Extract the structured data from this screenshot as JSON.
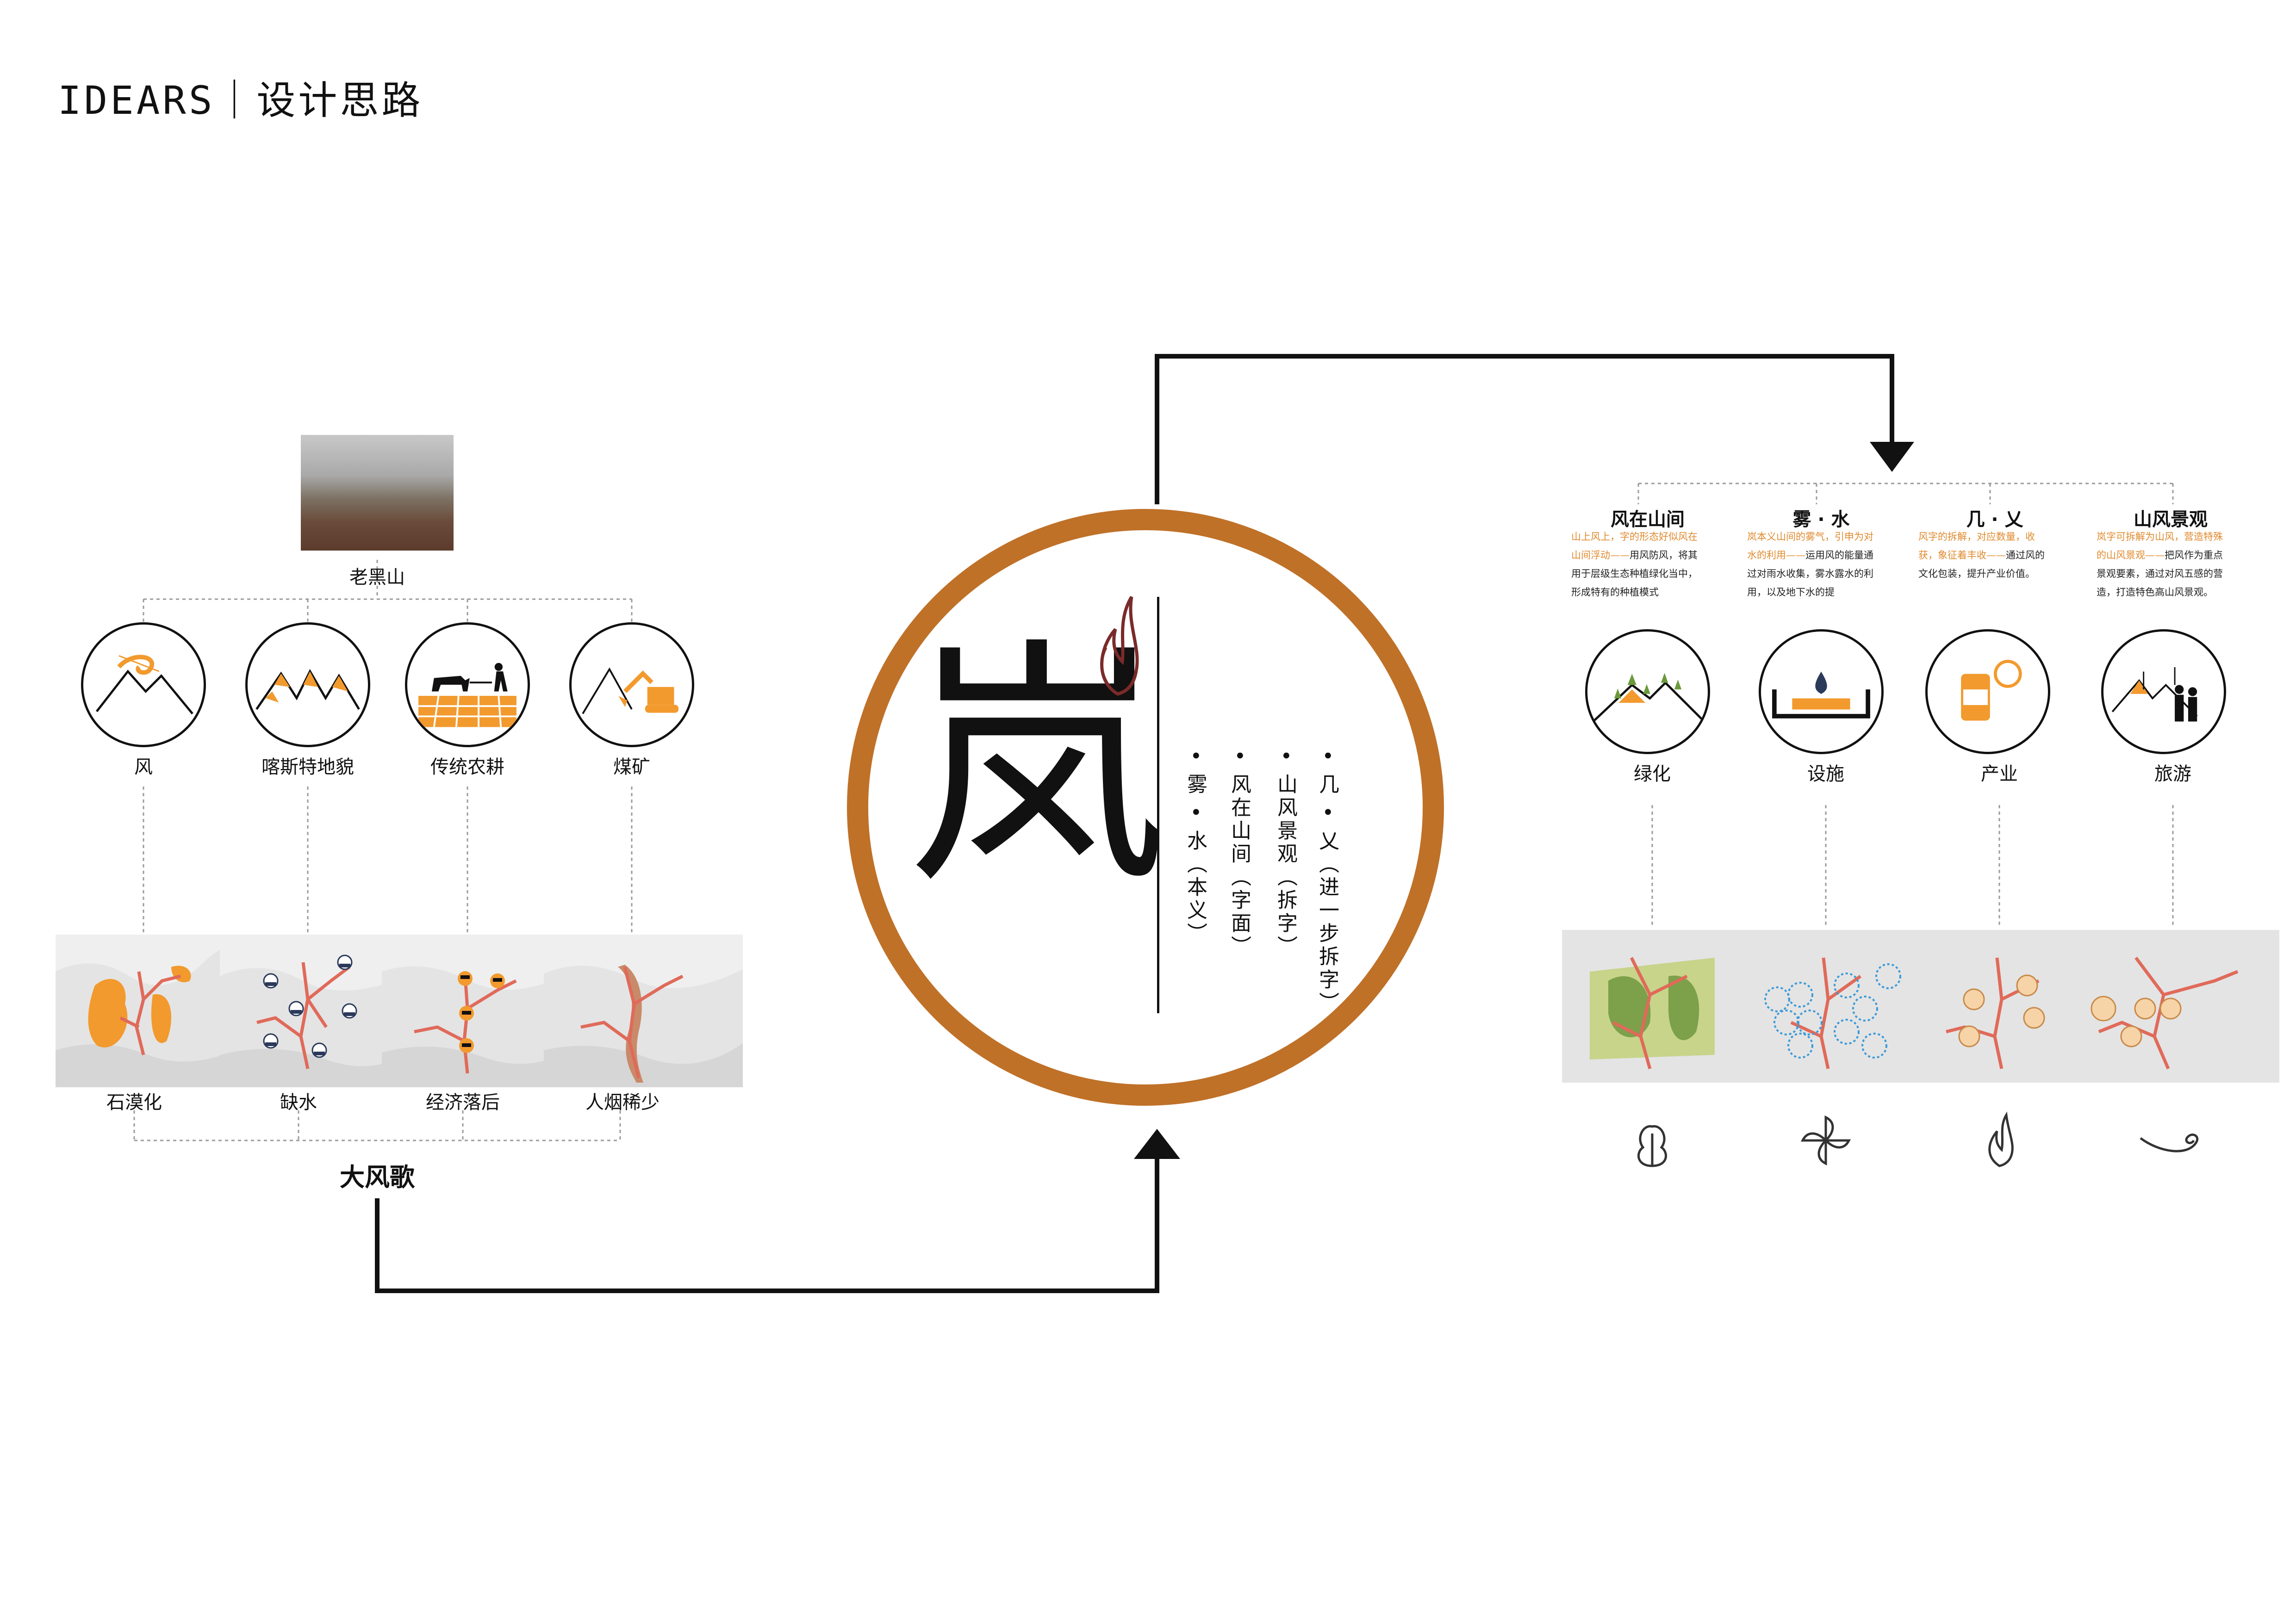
{
  "header": {
    "title": "IDEARS｜设计思路"
  },
  "colors": {
    "accent": "#bf7128",
    "orange": "#f29a2e",
    "road": "#e06a5a",
    "dark": "#111111"
  },
  "left": {
    "root_label": "老黑山",
    "icons": [
      {
        "label": "风",
        "icon": "wind-mountain-icon"
      },
      {
        "label": "喀斯特地貌",
        "icon": "karst-mountain-icon"
      },
      {
        "label": "传统农耕",
        "icon": "farming-icon"
      },
      {
        "label": "煤矿",
        "icon": "excavator-icon"
      }
    ],
    "maps": [
      {
        "label": "石漠化"
      },
      {
        "label": "缺水"
      },
      {
        "label": "经济落后"
      },
      {
        "label": "人烟稀少"
      }
    ],
    "summary": "大风歌"
  },
  "center": {
    "character": "岚",
    "columns": [
      "• 几 • 乂（进一步拆字）",
      "• 山风景观（拆字）",
      "• 风在山间（字面）",
      "• 雾 • 水（本义）"
    ]
  },
  "right": {
    "concepts": [
      {
        "heading": "风在山间",
        "desc_orange": "山上风上，字的形态好似风在山间浮动——",
        "desc_dark": "用风防风，将其用于层级生态种植绿化当中，形成特有的种植模式"
      },
      {
        "heading": "雾 · 水",
        "desc_orange": "岚本义山间的雾气，引申为对水的利用——",
        "desc_dark": "运用风的能量通过对雨水收集，雾水露水的利用，以及地下水的提"
      },
      {
        "heading": "几 · 乂",
        "desc_orange": "风字的拆解，对应数量，收获，象征着丰收——",
        "desc_dark": "通过风的文化包装，提升产业价值。"
      },
      {
        "heading": "山风景观",
        "desc_orange": "岚字可拆解为山风，营造特殊的山风景观——",
        "desc_dark": "把风作为重点景观要素，通过对风五感的营造，打造特色高山风景观。"
      }
    ],
    "icons": [
      {
        "label": "绿化",
        "icon": "greening-mountain-icon"
      },
      {
        "label": "设施",
        "icon": "water-facility-icon"
      },
      {
        "label": "产业",
        "icon": "product-can-icon"
      },
      {
        "label": "旅游",
        "icon": "tourists-icon"
      }
    ],
    "symbols": [
      "wind-tree-icon",
      "pinwheel-icon",
      "flame-icon",
      "wind-swirl-icon"
    ]
  }
}
